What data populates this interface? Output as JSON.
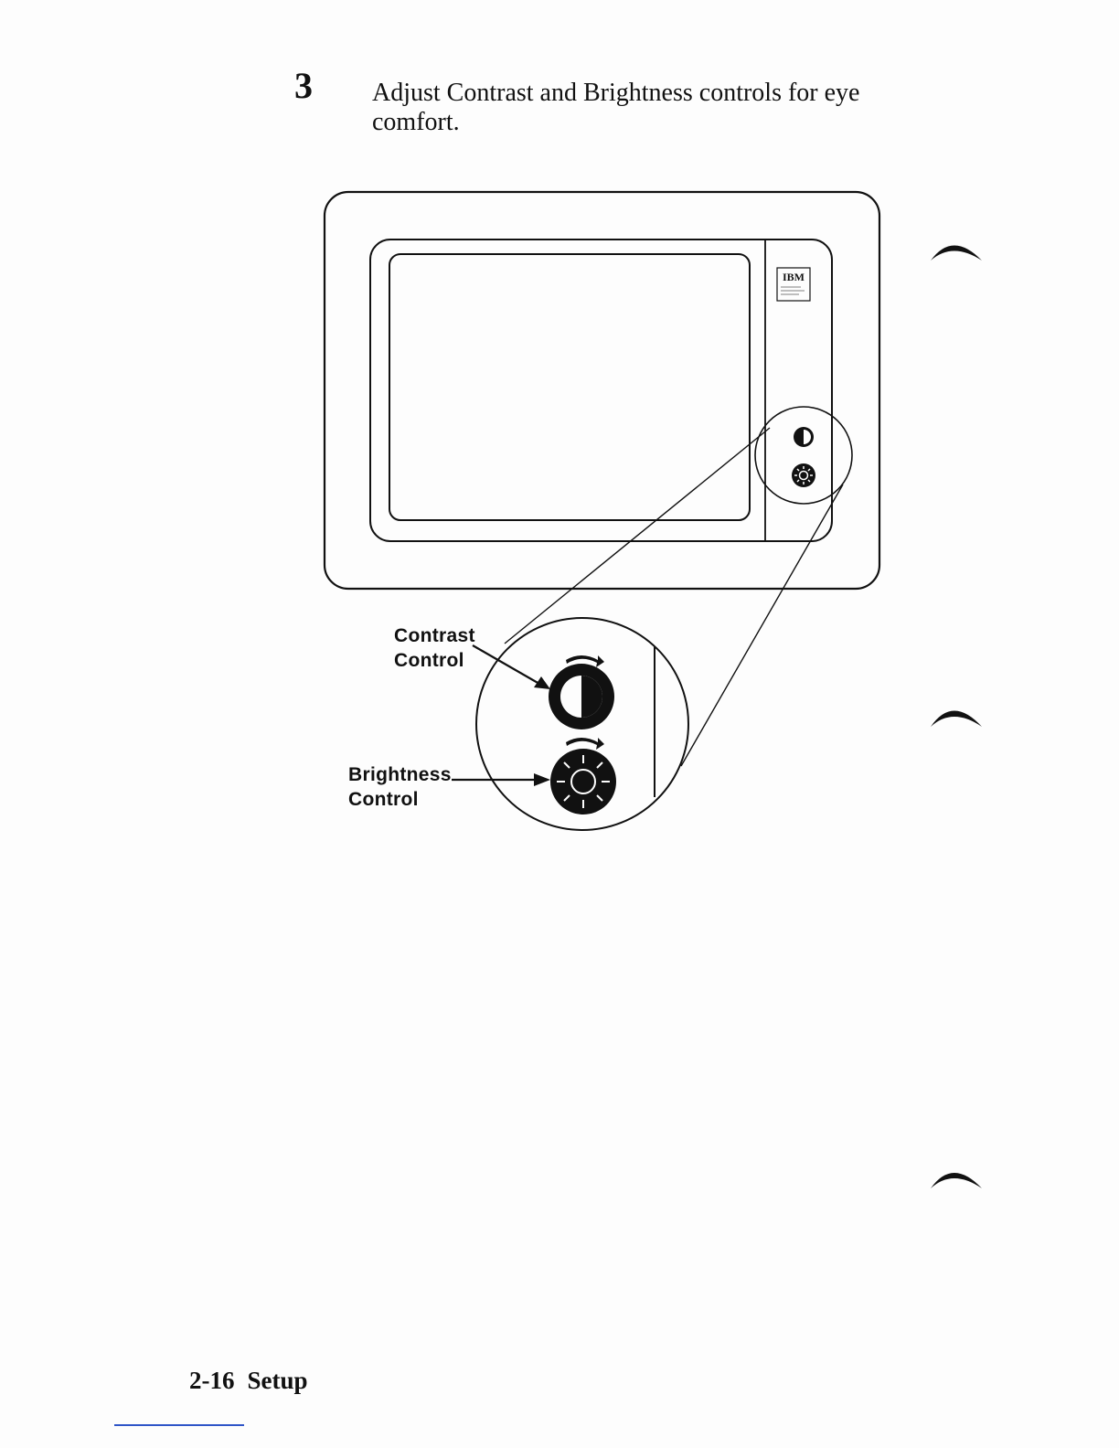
{
  "step": {
    "number": "3",
    "text": "Adjust Contrast and Brightness controls for eye comfort."
  },
  "figure": {
    "logo_text": "IBM",
    "contrast_label": [
      "Contrast",
      "Control"
    ],
    "brightness_label": [
      "Brightness",
      "Control"
    ],
    "icons": [
      "contrast-icon",
      "brightness-icon",
      "rotate-arrow-icon",
      "page-tab-mark-icon"
    ]
  },
  "footer": {
    "page": "2-16",
    "section": "Setup"
  },
  "colors": {
    "ink": "#111111",
    "paper": "#fdfdfd",
    "rule": "#2f55c8"
  }
}
